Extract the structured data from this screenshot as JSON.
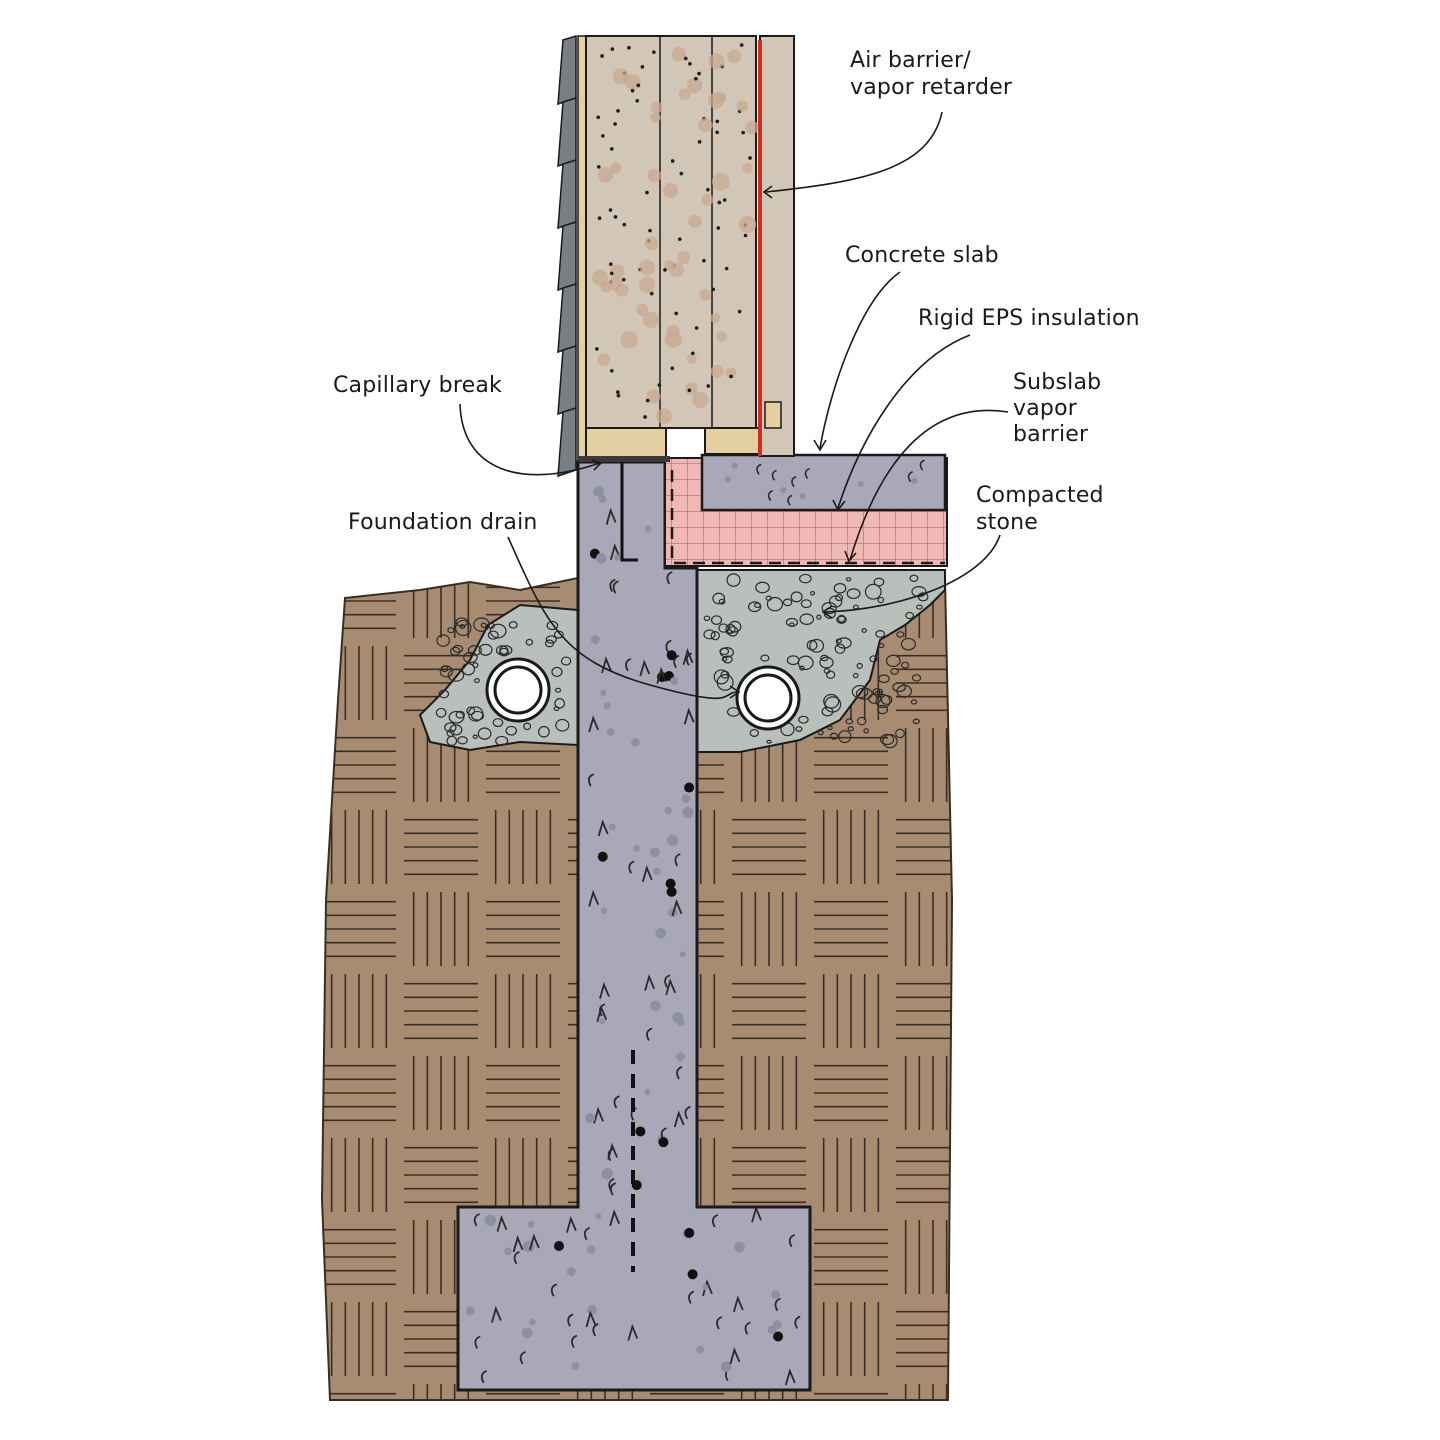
{
  "diagram": {
    "labels": {
      "air_barrier": [
        "Air barrier/",
        "vapor retarder"
      ],
      "concrete_slab": [
        "Concrete slab"
      ],
      "rigid_eps": [
        "Rigid EPS insulation"
      ],
      "subslab_vapor": [
        "Subslab",
        "vapor",
        "barrier"
      ],
      "compacted_stone": [
        "Compacted",
        "stone"
      ],
      "capillary_break": [
        "Capillary break"
      ],
      "foundation_drain": [
        "Foundation drain"
      ]
    },
    "colors": {
      "soil": "#a88c72",
      "soil_line": "#3a2e24",
      "concrete": "#a8a8b8",
      "gravel": "#b9c0bb",
      "eps": "#f0b8b4",
      "wall": "#d2c6b6",
      "sill": "#e3cfa0",
      "air_barrier": "#d42a1e",
      "siding": "#7a7f86",
      "outline": "#1a1a1a"
    }
  }
}
